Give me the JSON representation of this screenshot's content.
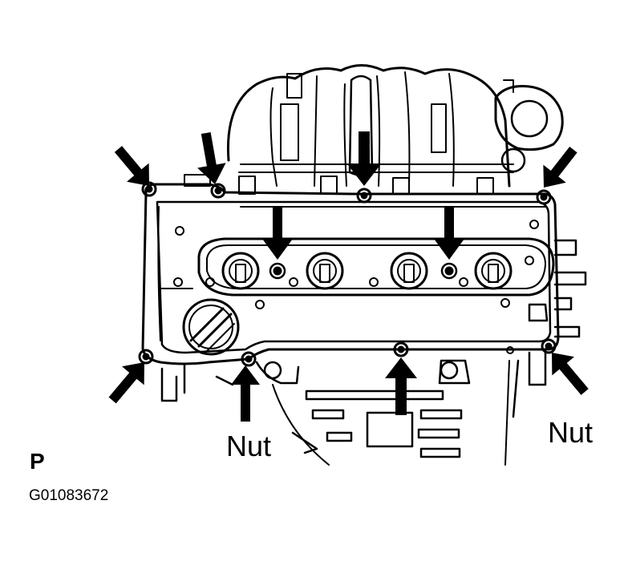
{
  "labels": {
    "nut_left": "Nut",
    "nut_right": "Nut",
    "view_letter": "P",
    "figure_code": "G01083672"
  },
  "colors": {
    "ink": "#000000",
    "background": "#ffffff"
  },
  "icons": [
    "down-arrow-icon",
    "up-arrow-icon",
    "bolt-icon"
  ]
}
